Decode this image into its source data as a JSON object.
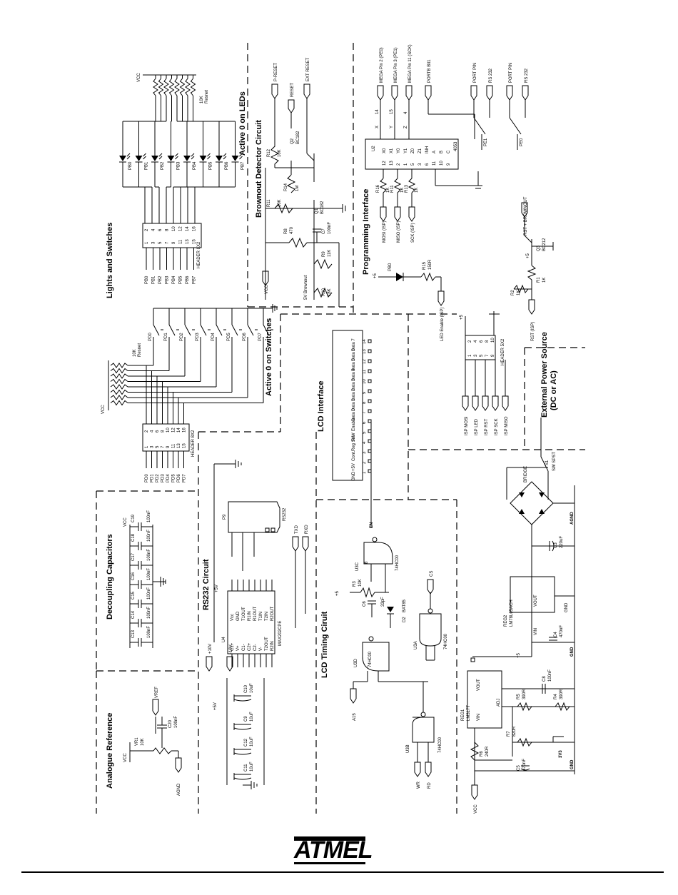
{
  "sections": {
    "analogue_reference": "Analogue Reference",
    "decoupling_capacitors": "Decoupling Capacitors",
    "lights_and_switches": "Lights and Switches",
    "active0_leds": "Active 0 on LEDs",
    "active0_switches": "Active 0 on Switches",
    "brownout": "Brownout Detector Circuit",
    "programming": "Programming Interface",
    "lcd_interface": "LCD Interface",
    "rs232": "RS232 Circuit",
    "lcd_timing": "LCD Timing Ciruit",
    "ext_power": "External Power Source",
    "ext_power_sub": "(DC or AC)"
  },
  "analogue": {
    "vcc": "VCC",
    "vr": "VR1",
    "vr_val": "10K",
    "c": "C20",
    "c_val": "100nF",
    "vref": "VREF",
    "agnd": "AGND"
  },
  "decoupling": {
    "vcc": "VCC",
    "caps": [
      {
        "ref": "C13",
        "val": "100nF"
      },
      {
        "ref": "C14",
        "val": "100nF"
      },
      {
        "ref": "C15",
        "val": "100nF"
      },
      {
        "ref": "C16",
        "val": "100nF"
      },
      {
        "ref": "C17",
        "val": "100nF"
      },
      {
        "ref": "C18",
        "val": "100nF"
      },
      {
        "ref": "C19",
        "val": "100nF"
      }
    ]
  },
  "leds": {
    "vcc": "VCC",
    "res_label": "10K",
    "res_note": "Resnet",
    "pins": [
      "PB0",
      "PB1",
      "PB2",
      "PB3",
      "PB4",
      "PB5",
      "PB6",
      "PB7"
    ],
    "header": "HEADER 8X2",
    "header_nums_a": [
      "1",
      "3",
      "5",
      "7",
      "9",
      "11",
      "13",
      "15"
    ],
    "header_nums_b": [
      "2",
      "4",
      "6",
      "8",
      "10",
      "12",
      "14",
      "16"
    ]
  },
  "switches": {
    "vcc": "VCC",
    "res_label": "10K",
    "res_note": "Resnet",
    "pins": [
      "PD0",
      "PD1",
      "PD2",
      "PD3",
      "PD4",
      "PD5",
      "PD6",
      "PD7"
    ],
    "header": "HEADER 8X2",
    "header_nums_a": [
      "1",
      "3",
      "5",
      "7",
      "9",
      "11",
      "13",
      "15"
    ],
    "header_nums_b": [
      "2",
      "4",
      "6",
      "8",
      "10",
      "12",
      "14",
      "16"
    ]
  },
  "brownout": {
    "nets": [
      "P-RESET",
      "RESET",
      "EXT RESET"
    ],
    "r12": "R12",
    "r12v": "10K",
    "q2": "Q2",
    "q2v": "BC182",
    "r11": "R11",
    "r11v": "10K",
    "r14": "R14",
    "r14v": "1M",
    "q1": "Q1",
    "q1v": "BC182",
    "r8": "R8",
    "r8v": "470",
    "c7": "C7",
    "c7v": "100nF",
    "r9": "R9",
    "r9v": "11K",
    "r10": "R10",
    "r10v": "18K",
    "vcc": "VCC",
    "note": "5V Brownout"
  },
  "programming": {
    "top": [
      "MEGA Pin 2 (PE0)",
      "MEGA Pin 3 (PE1)",
      "MEGA Pin 11 (SCK)",
      "PORTB Bit1"
    ],
    "top_pins": [
      "14",
      "15",
      "4"
    ],
    "xyz": [
      "X",
      "Y",
      "Z"
    ],
    "port_pin": "PORT PIN",
    "rs232": "RS 232",
    "pe1": "PE1",
    "pe0": "PE0",
    "u2": "U2",
    "u2v": "4053",
    "u2_pins": [
      "X0",
      "X1",
      "Y0",
      "Y1",
      "Z0",
      "Z1",
      "INH",
      "A",
      "B",
      "C"
    ],
    "u2_nums": [
      "12",
      "13",
      "2",
      "1",
      "5",
      "3",
      "6",
      "11",
      "10",
      "9"
    ],
    "r16": "R16",
    "r16v": "1K",
    "r11": "R11",
    "r11v": "1K",
    "r13": "R13",
    "r13v": "1K",
    "isp": [
      "MOSI (ISP)",
      "MISO (ISP)",
      "SCK (ISP)"
    ],
    "pb0": "PB0",
    "r15": "R15",
    "r15v": "150R",
    "led_enable": "LED Enable (ISP)",
    "rst_brownout": "RST + BROWNOUT",
    "q3": "Q3",
    "q3v": "BC212",
    "r1": "R1",
    "r1v": "1K",
    "r2": "R2",
    "r2v": "1K",
    "rst_isp": "RST (ISP)",
    "p5": "+5"
  },
  "isp_header": {
    "p5": "+5",
    "header": "HEADER 5X2",
    "nums_a": [
      "1",
      "3",
      "5",
      "7",
      "9"
    ],
    "nums_b": [
      "2",
      "4",
      "6",
      "8",
      "10"
    ],
    "nets": [
      "ISP MOSI",
      "ISP LED",
      "ISP RST",
      "ISP SCK",
      "ISP MISO"
    ]
  },
  "lcd": {
    "pins": [
      "GND",
      "+5V",
      "Cont.",
      "Reg Sel",
      "R/W",
      "Enable",
      "Data 0",
      "Data 1",
      "Data 2",
      "Data 3",
      "Data 4",
      "Data 5",
      "Data 6",
      "Data 7"
    ],
    "nums": [
      "1",
      "2",
      "3",
      "4",
      "5",
      "6",
      "7",
      "8",
      "9",
      "10",
      "11",
      "12",
      "13",
      "14"
    ],
    "en": "EN"
  },
  "rs232": {
    "p9": "P9",
    "rs232": "RS232",
    "txd": "TXD",
    "rxd": "RXD",
    "p5": "+5V",
    "u4": "U4",
    "u4v": "MAX202CPE",
    "left": [
      "C1+",
      "V+",
      "C1-",
      "C2+",
      "C2-",
      "V-",
      "T2OUT",
      "R2IN"
    ],
    "right": [
      "Vcc",
      "GND",
      "T1OUT",
      "R1IN",
      "R1OUT",
      "T1IN",
      "T2IN",
      "R2OUT"
    ],
    "p10": "+10V",
    "m10": "-10V",
    "caps": [
      {
        "ref": "C10",
        "val": "10uF"
      },
      {
        "ref": "C9",
        "val": "10uF"
      },
      {
        "ref": "C12",
        "val": "10uF"
      },
      {
        "ref": "C11",
        "val": "10uF"
      }
    ]
  },
  "timing": {
    "u3c": "U3C",
    "u3d": "U3D",
    "u3a": "U3A",
    "u3b": "U3B",
    "ic": "74HC00",
    "r3": "R3",
    "r3v": "10K",
    "c6": "C6",
    "c6v": "33pF",
    "d2": "D2",
    "d2v": "BAT85",
    "p5": "+5",
    "cs": "CS",
    "a15": "A15",
    "wr": "WR",
    "rd": "RD"
  },
  "power": {
    "s1": "S1",
    "s1v": "SW SPST",
    "bridge": "BRIDGE",
    "agnd": "AGND",
    "c3": "C3",
    "c3v": "220uF",
    "reg2": "REG2",
    "reg2v": "LM78L05ACH",
    "vout": "VOUT",
    "vin": "VIN",
    "gnd": "GND",
    "c4": "C4",
    "c4v": "470nF",
    "gnd2": "GND",
    "reg1": "REG1",
    "reg1v": "LM317T",
    "adj": "ADJ",
    "c8": "C8",
    "c8v": "100nF",
    "r5": "R5",
    "r5v": "390R",
    "r4": "R4",
    "r4v": "390R",
    "r7": "R7",
    "r7v": "820R",
    "r6": "R6",
    "r6v": "240R",
    "c5": "C5",
    "c5v": "470nF",
    "v33": "3V3",
    "gnd3": "GND",
    "vcc": "VCC",
    "p5": "+5"
  },
  "logo": "ATMEL"
}
